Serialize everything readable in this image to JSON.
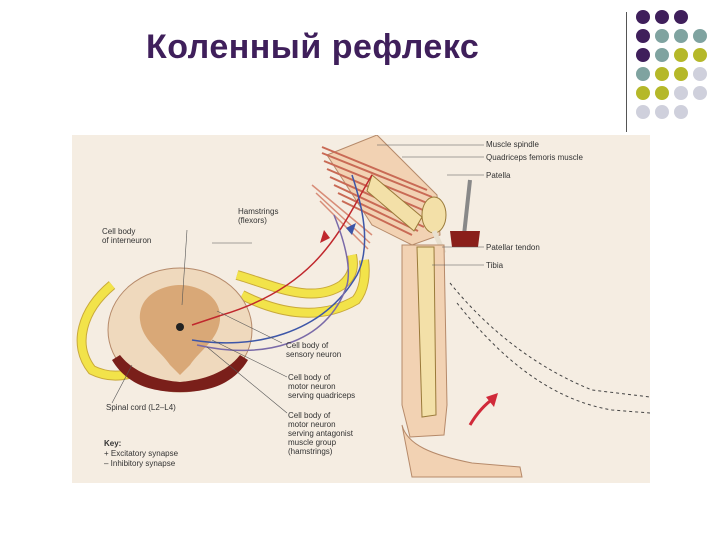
{
  "slide": {
    "title": "Коленный рефлекс"
  },
  "decoration": {
    "dot_rows": [
      [
        "#3f1f5b",
        "#3f1f5b",
        "#3f1f5b"
      ],
      [
        "#3f1f5b",
        "#7fa3a0",
        "#7fa3a0",
        "#7fa3a0"
      ],
      [
        "#3f1f5b",
        "#7fa3a0",
        "#b5b829",
        "#b5b829"
      ],
      [
        "#7fa3a0",
        "#b5b829",
        "#b5b829",
        "#cfd0dc"
      ],
      [
        "#b5b829",
        "#b5b829",
        "#cfd0dc",
        "#cfd0dc"
      ],
      [
        "#cfd0dc",
        "#cfd0dc",
        "#cfd0dc"
      ]
    ]
  },
  "diagram": {
    "labels": {
      "muscle_spindle": "Muscle spindle",
      "quadriceps": "Quadriceps femoris muscle",
      "patella": "Patella",
      "hamstrings_1": "Hamstrings",
      "hamstrings_2": "(flexors)",
      "interneuron_1": "Cell body",
      "interneuron_2": "of interneuron",
      "patellar_tendon": "Patellar tendon",
      "tibia": "Tibia",
      "sensory_1": "Cell body of",
      "sensory_2": "sensory neuron",
      "motor_quad_1": "Cell body of",
      "motor_quad_2": "motor neuron",
      "motor_quad_3": "serving quadriceps",
      "spinal_cord": "Spinal cord (L2–L4)",
      "motor_ant_1": "Cell body of",
      "motor_ant_2": "motor neuron",
      "motor_ant_3": "serving antagonist",
      "motor_ant_4": "muscle group",
      "motor_ant_5": "(hamstrings)"
    },
    "key": {
      "title": "Key:",
      "excitatory": "+ Excitatory synapse",
      "inhibitory": "– Inhibitory synapse"
    },
    "colors": {
      "nerve": "#f2e34a",
      "nerve_edge": "#c9a93a",
      "gray_matter": "#d9a877",
      "white_matter": "#efd9bd",
      "root_dark": "#7a1f1a",
      "muscle": "#c96a55",
      "bone": "#f3e0a8",
      "skin": "#f2d2b3",
      "sensory_path": "#c0282d",
      "motor_path": "#3d56a8",
      "arrow": "#d12a3a"
    }
  }
}
